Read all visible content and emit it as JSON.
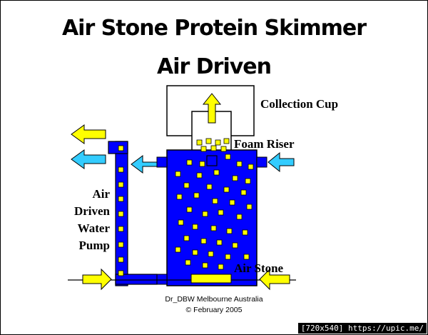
{
  "title_line1": "Air Stone Protein Skimmer",
  "title_line2": "Air Driven",
  "labels": {
    "collection_cup": "Collection Cup",
    "foam_riser": "Foam Riser",
    "air_stone": "Air Stone",
    "pump_line1": "Air",
    "pump_line2": "Driven",
    "pump_line3": "Water",
    "pump_line4": "Pump"
  },
  "credit_line1": "Dr_DBW Melbourne Australia",
  "credit_line2": "© February 2005",
  "watermark": "[720x540] https://upic.me/",
  "colors": {
    "water": "#0000ff",
    "bubble": "#ffff00",
    "inflow_arrow": "#33ccff",
    "outflow_arrow": "#ffff00",
    "outline": "#000000"
  }
}
